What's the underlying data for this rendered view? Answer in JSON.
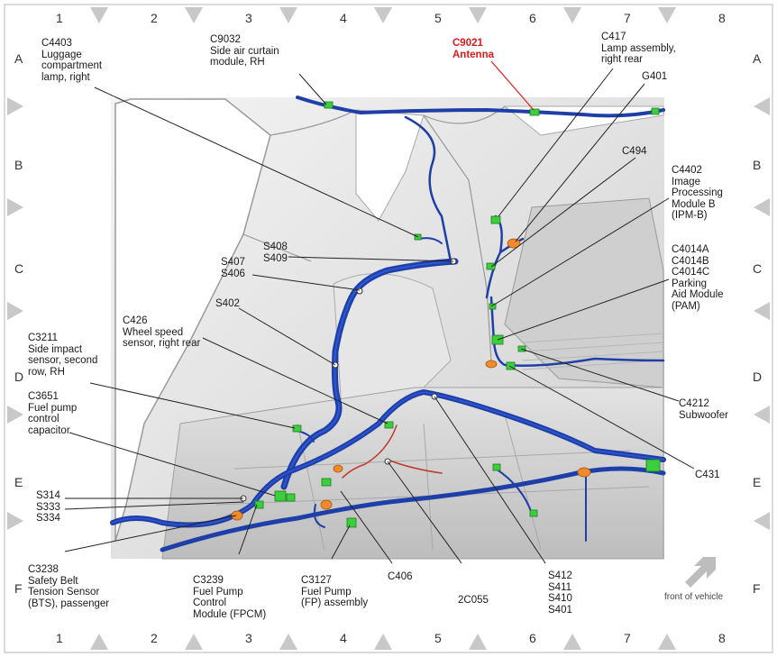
{
  "grid": {
    "columns": [
      "1",
      "2",
      "3",
      "4",
      "5",
      "6",
      "7",
      "8"
    ],
    "rows": [
      "A",
      "B",
      "C",
      "D",
      "E",
      "F"
    ]
  },
  "labels": {
    "c4403": "C4403\nLuggage\ncompartment\nlamp, right",
    "c9032": "C9032\nSide air curtain\nmodule, RH",
    "c9021": "C9021\nAntenna",
    "c417": "C417\nLamp assembly,\nright rear",
    "g401": "G401",
    "c494": "C494",
    "c4402": "C4402\nImage\nProcessing\nModule B\n(IPM-B)",
    "s408_s409": "S408\nS409",
    "s407_s406": "S407\nS406",
    "c4014": "C4014A\nC4014B\nC4014C\nParking\nAid Module\n(PAM)",
    "s402": "S402",
    "c426": "C426\nWheel speed\nsensor, right rear",
    "c3211": "C3211\nSide impact\nsensor, second\nrow, RH",
    "c3651": "C3651\nFuel pump\ncontrol\ncapacitor",
    "c4212": "C4212\nSubwoofer",
    "c431": "C431",
    "s314_s333_s334": "S314\nS333\nS334",
    "c3238": "C3238\nSafety Belt\nTension Sensor\n(BTS), passenger",
    "c3239": "C3239\nFuel Pump\nControl\nModule (FPCM)",
    "c3127": "C3127\nFuel Pump\n(FP) assembly",
    "c406": "C406",
    "c2c055": "2C055",
    "s412_s401": "S412\nS411\nS410\nS401",
    "front_of_vehicle": "front of vehicle"
  },
  "colors": {
    "harness": "#1f3fa8",
    "harness_dark": "#0d2170",
    "connector": "#3bcf3b",
    "ground": "#f08a2a",
    "pigtail": "#c0392b",
    "highlight_label": "#e0191b",
    "frame_marker": "#c8c8c8",
    "body_panel": "#d9d9d9"
  }
}
